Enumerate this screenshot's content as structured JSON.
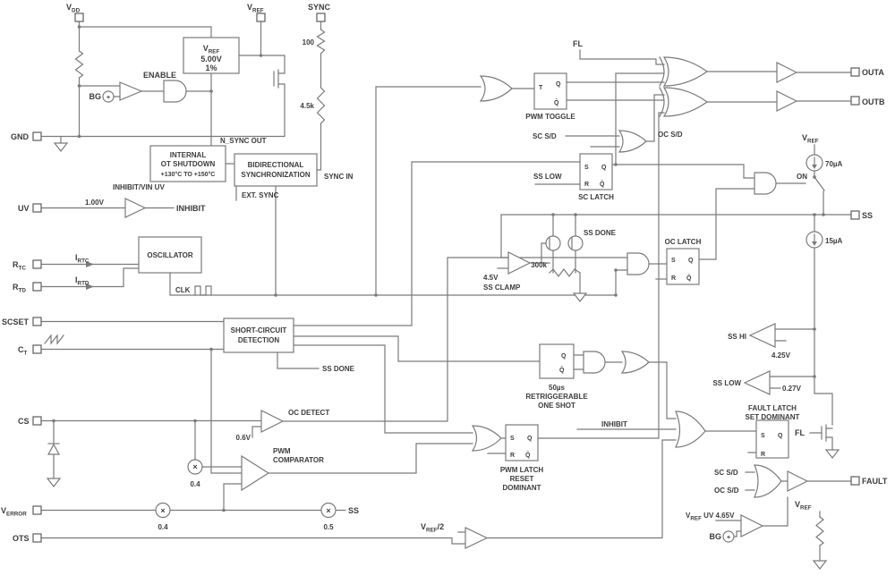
{
  "ff": {
    "t": "T",
    "s": "S",
    "r": "R",
    "q": "Q",
    "qb": "Q̄"
  },
  "ops": {
    "mult": "×",
    "plus": "+"
  },
  "pins": {
    "vdd": {
      "pre": "V",
      "sub": "DD"
    },
    "vref": {
      "pre": "V",
      "sub": "REF"
    },
    "sync": {
      "pre": "SYNC"
    },
    "gnd": {
      "pre": "GND"
    },
    "uv": {
      "pre": "UV"
    },
    "rtc": {
      "pre": "R",
      "sub": "TC"
    },
    "rtd": {
      "pre": "R",
      "sub": "TD"
    },
    "scset": {
      "pre": "SCSET"
    },
    "ct": {
      "pre": "C",
      "sub": "T"
    },
    "cs": {
      "pre": "CS"
    },
    "verror": {
      "pre": "V",
      "sub": "ERROR"
    },
    "ots": {
      "pre": "OTS"
    },
    "outa": {
      "pre": "OUTA"
    },
    "outb": {
      "pre": "OUTB"
    },
    "ss": {
      "pre": "SS"
    },
    "fault": {
      "pre": "FAULT"
    }
  },
  "blocks": {
    "vref_reg": {
      "l1pre": "V",
      "l1sub": "REF",
      "l2": "5.00V",
      "l3": "1%"
    },
    "ot": {
      "l1": "INTERNAL",
      "l2": "OT SHUTDOWN",
      "l3": "+130°C TO +150°C"
    },
    "bidir": {
      "l1": "BIDIRECTIONAL",
      "l2": "SYNCHRONIZATION"
    },
    "osc": {
      "l1": "OSCILLATOR"
    },
    "scd": {
      "l1": "SHORT-CIRCUIT",
      "l2": "DETECTION"
    },
    "pwm_toggle": {
      "label": "PWM TOGGLE"
    },
    "sc_latch": {
      "label": "SC LATCH"
    },
    "oc_latch": {
      "label": "OC LATCH"
    },
    "one_shot": {
      "l1": "50µs",
      "l2": "RETRIGGERABLE",
      "l3": "ONE SHOT"
    },
    "pwm_latch": {
      "l1": "PWM LATCH",
      "l2": "RESET",
      "l3": "DOMINANT"
    },
    "fault_latch": {
      "l1": "FAULT LATCH",
      "l2": "SET DOMINANT"
    }
  },
  "labels": {
    "enable": "ENABLE",
    "bg": "BG",
    "r100": "100",
    "r45k": "4.5k",
    "nsync_out": "N_SYNC OUT",
    "sync_in": "SYNC IN",
    "ext_sync": "EXT. SYNC",
    "inhibit_vin_uv": "INHIBIT/VIN UV",
    "v1_00": "1.00V",
    "inhibit": "INHIBIT",
    "irtc": {
      "pre": "I",
      "sub": "RTC"
    },
    "irtd": {
      "pre": "I",
      "sub": "RTD"
    },
    "clk": "CLK",
    "ss_done": "SS DONE",
    "oc_detect": "OC DETECT",
    "v0_6": "0.6V",
    "pwm_comp_l1": "PWM",
    "pwm_comp_l2": "COMPARATOR",
    "k0_4": "0.4",
    "k0_5": "0.5",
    "ss": "SS",
    "vref_div2": {
      "pre": "V",
      "sub": "REF",
      "post": "/2"
    },
    "fl": "FL",
    "sc_sd": "SC S/D",
    "oc_sd": "OC S/D",
    "ss_low": "SS LOW",
    "on": "ON",
    "i70": "70µA",
    "i15": "15µA",
    "v4_5": "4.5V",
    "ss_clamp": "SS CLAMP",
    "r300k": "300k",
    "ss_hi": "SS HI",
    "v4_25": "4.25V",
    "v0_27": "0.27V",
    "vref_uv": {
      "pre": "V",
      "sub": "REF",
      "post": " UV 4.65V"
    },
    "vref": {
      "pre": "V",
      "sub": "REF"
    }
  }
}
